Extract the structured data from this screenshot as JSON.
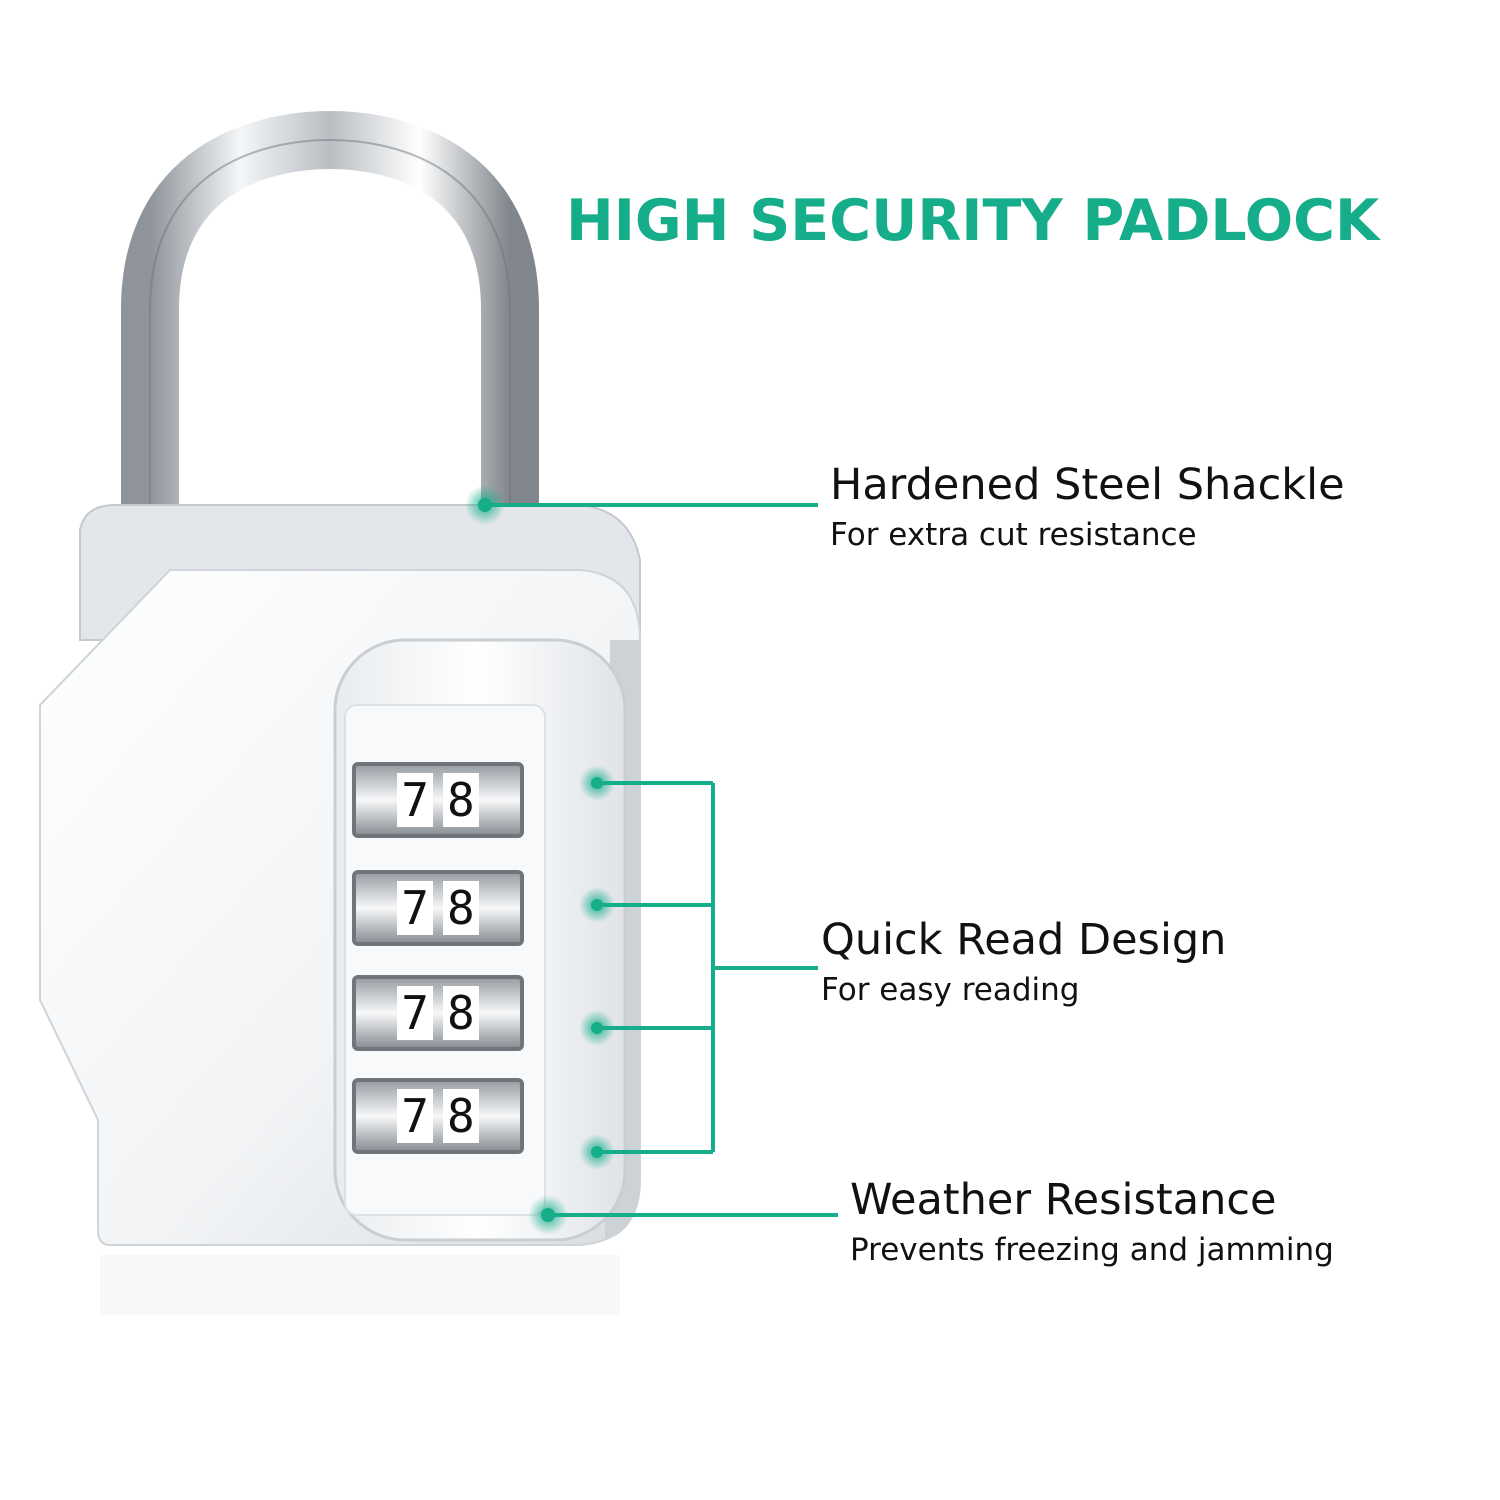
{
  "headline": {
    "text": "HIGH SECURITY PADLOCK",
    "color": "#16ad8a"
  },
  "accent_color": "#16ad8a",
  "dial_digits": [
    "7",
    "8"
  ],
  "features": [
    {
      "title": "Hardened Steel Shackle",
      "subtitle": "For extra cut resistance"
    },
    {
      "title": "Quick Read Design",
      "subtitle": "For easy reading"
    },
    {
      "title": "Weather Resistance",
      "subtitle": "Prevents freezing and jamming"
    }
  ]
}
